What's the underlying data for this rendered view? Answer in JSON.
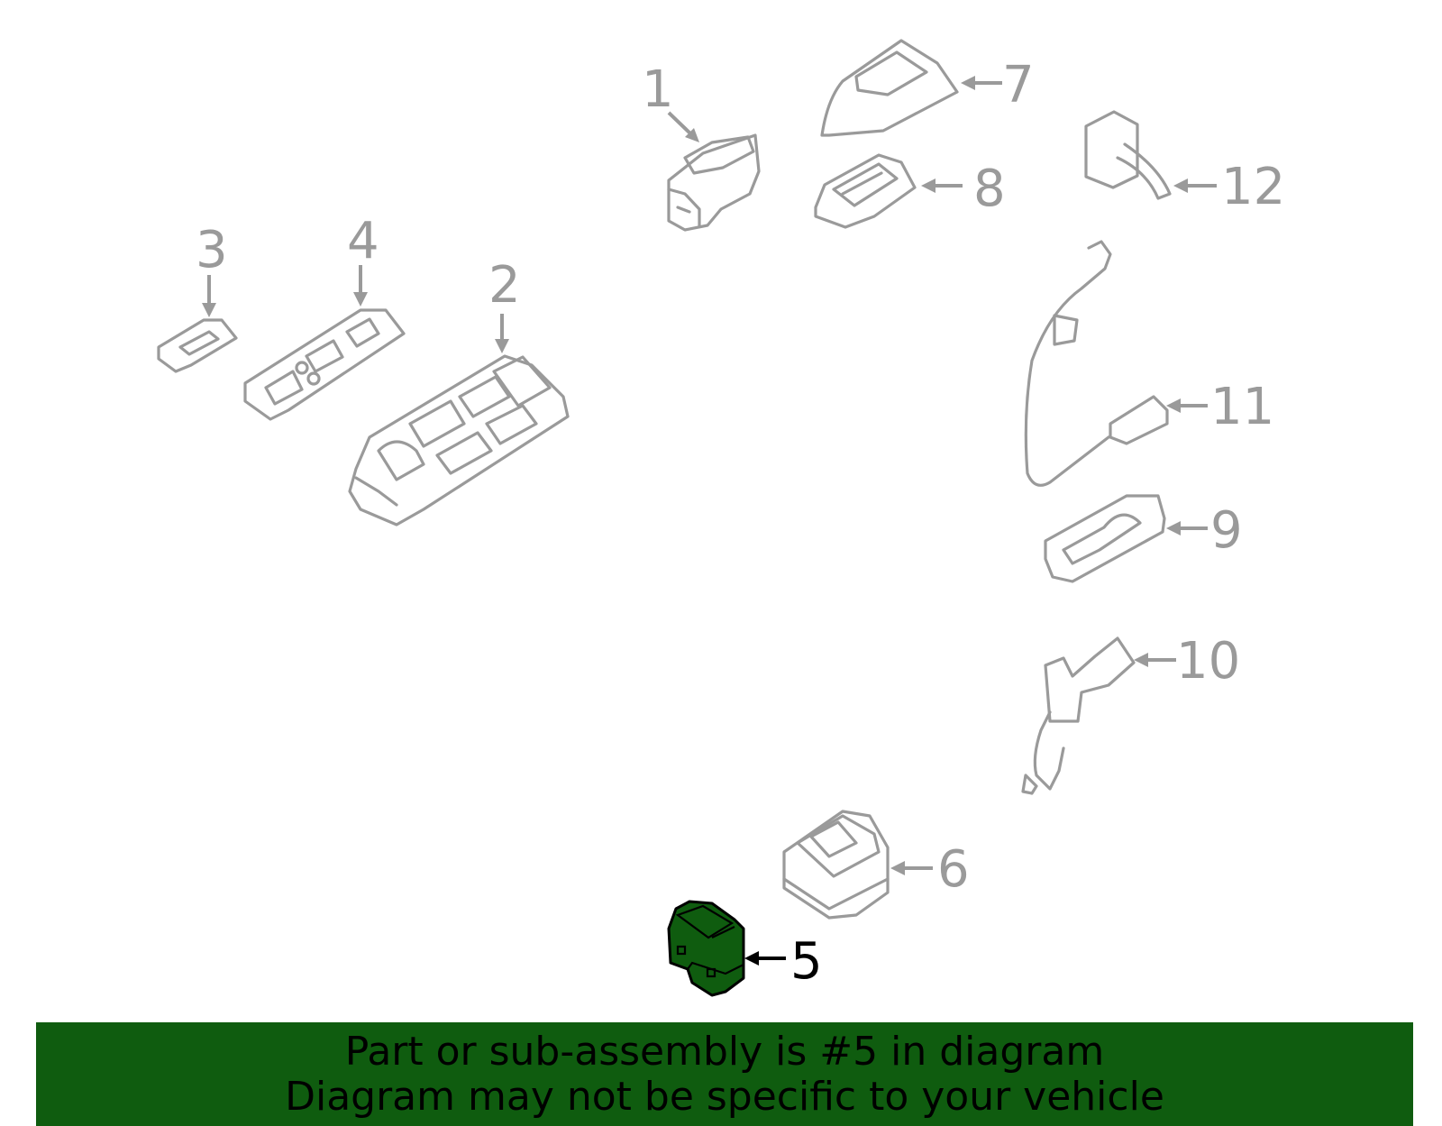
{
  "diagram": {
    "highlight_color": "#0f5c0f",
    "part_line_color": "#9a9a9a",
    "highlighted_part": "5",
    "callouts": {
      "c1": "1",
      "c2": "2",
      "c3": "3",
      "c4": "4",
      "c5": "5",
      "c6": "6",
      "c7": "7",
      "c8": "8",
      "c9": "9",
      "c10": "10",
      "c11": "11",
      "c12": "12"
    }
  },
  "banner": {
    "line1": "Part or sub-assembly is #5 in diagram",
    "line2": "Diagram may not be specific to your vehicle"
  }
}
